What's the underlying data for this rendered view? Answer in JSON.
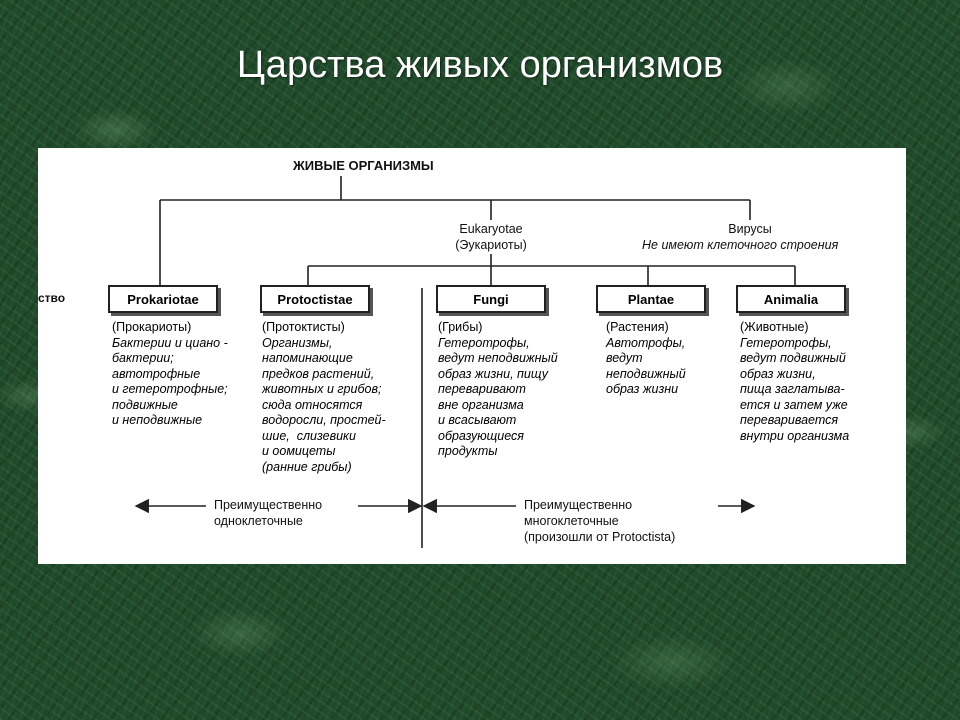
{
  "slide": {
    "title": "Царства живых организмов"
  },
  "diagram": {
    "root": "ЖИВЫЕ ОРГАНИЗМЫ",
    "eukaryota_latin": "Eukaryotae",
    "eukaryota_ru": "(Эукариоты)",
    "viruses": "Вирусы",
    "viruses_note": "Не имеют клеточного строения",
    "cut_label": "ство",
    "kingdoms": [
      {
        "name": "Prokariotae",
        "ru": "(Прокариоты)",
        "desc": "Бактерии и циано -\nбактерии;\nавтотрофные\nи гетеротрофные;\nподвижные\nи неподвижные"
      },
      {
        "name": "Protoctistae",
        "ru": "(Протоктисты)",
        "desc": "Организмы,\nнапоминающие\nпредков растений,\nживотных и грибов;\nсюда относятся\nводоросли, простей-\nшие,  слизевики\nи оомицеты\n(ранние грибы)"
      },
      {
        "name": "Fungi",
        "ru": "(Грибы)",
        "desc": "Гетеротрофы,\nведут неподвижный\nобраз жизни, пищу\nпереваривают\nвне организма\nи всасывают\nобразующиеся\nпродукты"
      },
      {
        "name": "Plantae",
        "ru": "(Растения)",
        "desc": "Автотрофы,\nведут\nнеподвижный\nобраз жизни"
      },
      {
        "name": "Animalia",
        "ru": "(Животные)",
        "desc": "Гетеротрофы,\nведут подвижный\nобраз жизни,\nпища заглатыва-\nется и затем уже\nпереваривается\nвнутри организма"
      }
    ],
    "unicellular": [
      "Преимущественно",
      "одноклеточные"
    ],
    "multicellular": [
      "Преимущественно",
      "многоклеточные",
      "(произошли от Protoctista)"
    ]
  }
}
